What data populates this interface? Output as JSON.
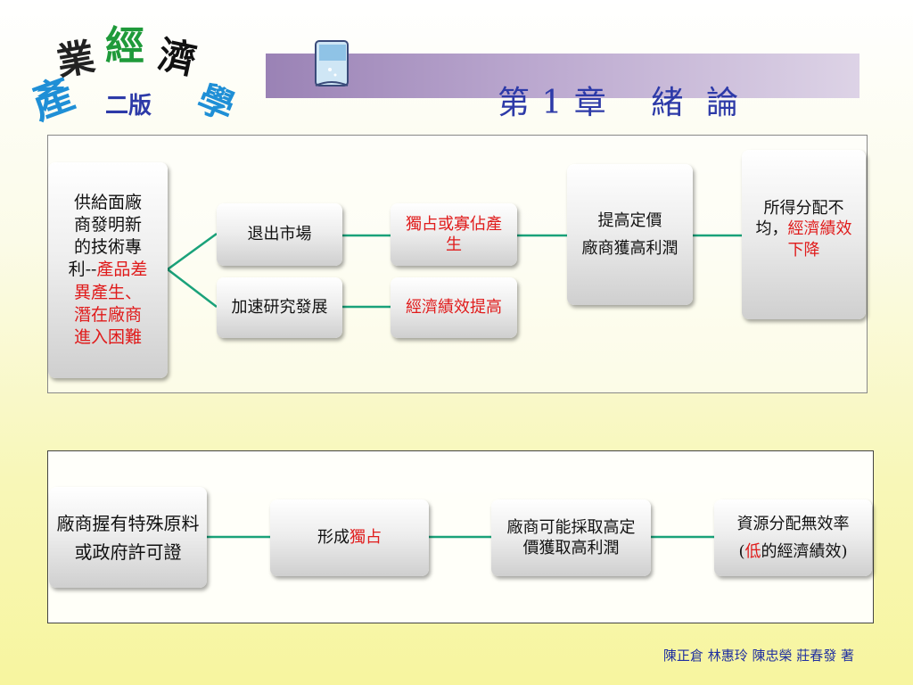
{
  "logo": {
    "chars": [
      "產",
      "業",
      "經",
      "濟",
      "學"
    ],
    "edition": "二版"
  },
  "header": {
    "chapter_title": "第 1 章　 緒  論"
  },
  "diagram1": {
    "source": {
      "line1": "供給面廠",
      "line2": "商發明新",
      "line3": "的技術專",
      "line4_black": "利--",
      "line4_red": "產品差",
      "line5": "異產生、",
      "line6": "潛在廠商",
      "line7": "進入困難"
    },
    "exit_market": "退出市場",
    "accelerate_rd": "加速研究發展",
    "monopoly_oligopoly": "獨占或寡佔產生",
    "efficiency_up": "經濟績效提高",
    "raise_price": {
      "line1": "提高定價",
      "line2": "廠商獲高利潤"
    },
    "income_unequal": {
      "black": "所得分配不均，",
      "red": "經濟績效下降"
    }
  },
  "diagram2": {
    "raw_material": {
      "line1": "廠商握有特殊原料",
      "line2": "或政府許可證"
    },
    "form_monopoly": {
      "black": "形成",
      "red": "獨占"
    },
    "high_price": "廠商可能採取高定價獲取高利潤",
    "inefficiency": {
      "line1": "資源分配無效率",
      "paren_open": "(",
      "low_red": "低",
      "rest": "的經濟績效)"
    }
  },
  "footer": {
    "authors": "陳正倉 林惠玲  陳忠榮 莊春發 著"
  },
  "colors": {
    "connector": "#1aa27a",
    "title_blue": "#2d3aa8",
    "highlight_red": "#e01b1b"
  }
}
